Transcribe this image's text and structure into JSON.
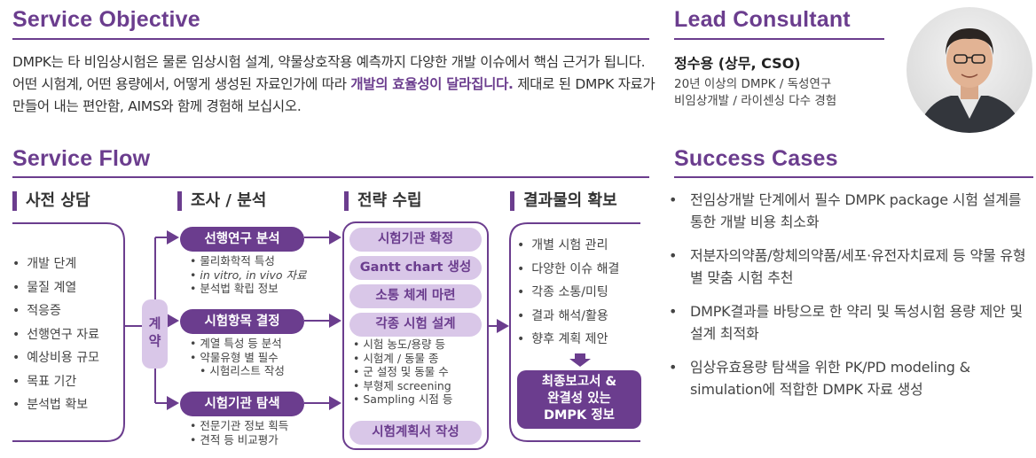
{
  "objective": {
    "title": "Service Objective",
    "text_1": "DMPK는 타 비임상시험은 물론 임상시험 설계, 약물상호작용 예측까지 다양한 개발 이슈에서 핵심 근거가 됩니다. 어떤 시험계, 어떤 용량에서, 어떻게 생성된 자료인가에 따라 ",
    "highlight": "개발의 효율성이 달라집니다.",
    "text_2": " 제대로 된 DMPK 자료가 만들어 내는 편안함, AIMS와 함께 경험해 보십시오."
  },
  "consultant": {
    "title": "Lead Consultant",
    "name": "정수용 (상무, CSO)",
    "line_1": "20년 이상의 DMPK / 독성연구",
    "line_2": "비임상개발 / 라이센싱 다수 경험"
  },
  "flow": {
    "title": "Service Flow",
    "stage_1": "사전 상담",
    "stage_2": "조사 / 분석",
    "stage_3": "전략 수립",
    "stage_4": "결과물의 확보",
    "pre_items": [
      "개발 단계",
      "물질 계열",
      "적응증",
      "선행연구 자료",
      "예상비용 규모",
      "목표 기간",
      "분석법 확보"
    ],
    "contract": "계\n약",
    "analysis": [
      {
        "label": "선행연구 분석",
        "subs": [
          "물리화학적 특성",
          "in vitro, in vivo 자료",
          "분석법 확립 정보"
        ]
      },
      {
        "label": "시험항목 결정",
        "subs": [
          "계열 특성 등 분석",
          "약물유형 별 필수",
          "시험리스트 작성"
        ]
      },
      {
        "label": "시험기관 탐색",
        "subs": [
          "전문기관 정보 획득",
          "견적 등 비교평가"
        ]
      }
    ],
    "strategy": {
      "p1": "시험기관 확정",
      "p2": "Gantt chart 생성",
      "p3": "소통 체계 마련",
      "p4": "각종 시험 설계",
      "subs": [
        "시험 농도/용량 등",
        "시험계 / 동물 종",
        "군 설정 및 동물 수",
        "부형제 screening",
        "Sampling 시점 등"
      ],
      "p5": "시험계획서 작성"
    },
    "results": [
      "개별 시험 관리",
      "다양한 이슈 해결",
      "각종 소통/미팅",
      "결과 해석/활용",
      "향후 계획 제안"
    ],
    "final": "최종보고서 &\n완결성 있는\nDMPK 정보"
  },
  "cases": {
    "title": "Success Cases",
    "items": [
      "전임상개발 단계에서 필수 DMPK package 시험 설계를 통한 개발 비용 최소화",
      "저분자의약품/항체의약품/세포·유전자치료제 등 약물 유형 별 맞춤 시험 추천",
      "DMPK결과를 바탕으로 한 약리 및 독성시험 용량 제안 및 설계 최적화",
      "임상유효용량 탐색을 위한 PK/PD modeling & simulation에 적합한 DMPK 자료 생성"
    ]
  },
  "colors": {
    "accent": "#6b3d8e",
    "light": "#d9c7e8"
  }
}
